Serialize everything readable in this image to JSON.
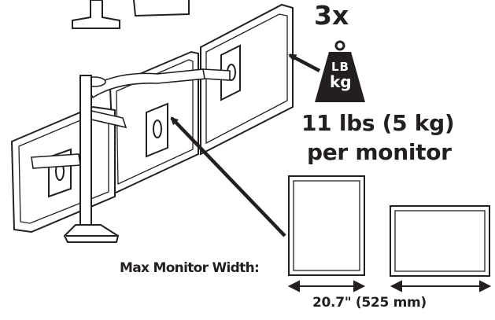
{
  "diagram": {
    "monitor_count": "3x",
    "weight_icon": {
      "icon": "weight-icon",
      "unit_top": "LB",
      "unit_bottom": "kg"
    },
    "weight_capacity": "11 lbs (5 kg)",
    "weight_qualifier": "per monitor",
    "max_width_label": "Max Monitor Width:",
    "max_width_value": "20.7\" (525 mm)"
  },
  "colors": {
    "ink": "#231f20",
    "background": "#ffffff"
  }
}
